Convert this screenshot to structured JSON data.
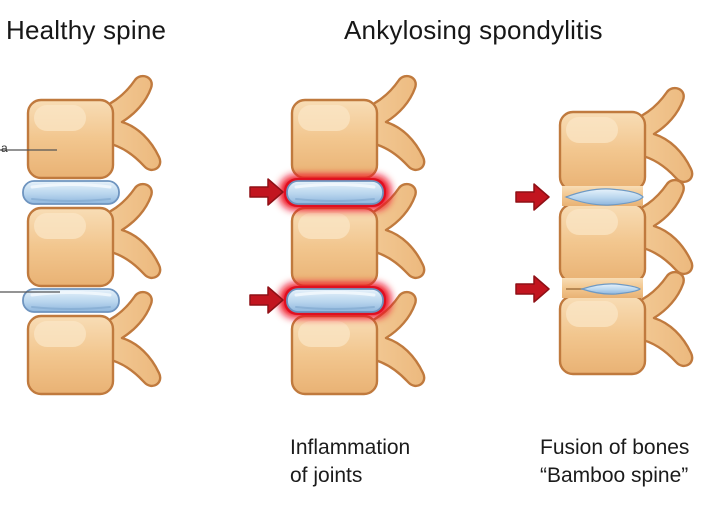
{
  "titles": {
    "healthy": "Healthy spine",
    "disease": "Ankylosing spondylitis"
  },
  "captions": {
    "inflammation_line1": "Inflammation",
    "inflammation_line2": "of joints",
    "fusion_line1": "Fusion of bones",
    "fusion_line2": "“Bamboo spine”"
  },
  "edge_label_fragment": "a",
  "colors": {
    "bone_fill": "#f2c68e",
    "bone_outline": "#c07a3e",
    "disc_blue": "#b9d6ee",
    "disc_outline": "#6e94bf",
    "inflammation_red": "#e81222",
    "arrow_red": "#c2151f",
    "text": "#1b1b1b",
    "background": "#ffffff"
  }
}
